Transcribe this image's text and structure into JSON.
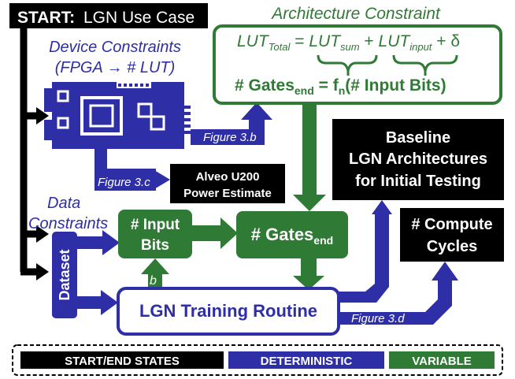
{
  "start_box": {
    "prefix": "START:",
    "title": "LGN Use Case"
  },
  "device_constraints": {
    "line1": "Device Constraints",
    "line2": "(FPGA → # LUT)"
  },
  "architecture_constraint": {
    "title": "Architecture Constraint",
    "eq1_total": "LUT",
    "eq1_total_sub": "Total",
    "eq1_sum": "LUT",
    "eq1_sum_sub": "sum",
    "eq1_input": "LUT",
    "eq1_input_sub": "input",
    "eq1_delta": "δ",
    "eq2_lhs": "# Gates",
    "eq2_lhs_sub": "end",
    "eq2_rhs_f": "f",
    "eq2_rhs_sub": "n",
    "eq2_rhs_arg": "(# Input Bits)"
  },
  "figure_refs": {
    "fig_3b": "Figure 3.b",
    "fig_3c": "Figure 3.c",
    "fig_3d": "Figure 3.d"
  },
  "power_estimate": {
    "line1": "Alveo U200",
    "line2": "Power Estimate"
  },
  "baseline_box": {
    "line1": "Baseline",
    "line2": "LGN Architectures",
    "line3": "for Initial Testing"
  },
  "fn_label": {
    "f": "f",
    "sub": "n"
  },
  "data_constraints": {
    "line1": "Data",
    "line2": "Constraints"
  },
  "dataset_label": "Dataset",
  "input_bits_box": {
    "line1": "# Input",
    "line2": "Bits"
  },
  "gates_box": {
    "main": "# Gates",
    "sub": "end"
  },
  "compute_box": {
    "line1": "# Compute",
    "line2": "Cycles"
  },
  "b_label": "b",
  "training_routine": "LGN Training Routine",
  "legend": {
    "start_end": "START/END STATES",
    "deterministic": "DETERMINISTIC",
    "variable": "VARIABLE"
  },
  "colors": {
    "black": "#000000",
    "blue": "#2e2ea6",
    "green": "#2f7a34",
    "white": "#ffffff"
  }
}
